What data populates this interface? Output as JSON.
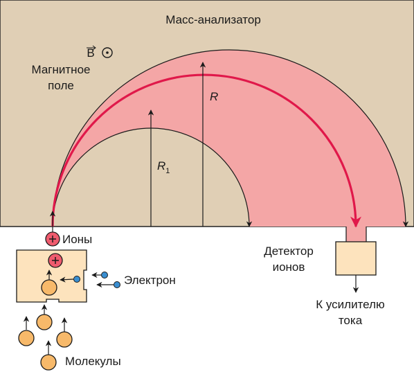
{
  "title": "Масс-анализатор",
  "field": {
    "vector_symbol": "B",
    "label_line1": "Магнитное",
    "label_line2": "поле"
  },
  "radius_outer_label": "R",
  "radius_inner_label": "R",
  "radius_inner_subscript": "1",
  "ions_label": "Ионы",
  "electron_label": "Электрон",
  "molecules_label": "Молекулы",
  "detector_line1": "Детектор",
  "detector_line2": "ионов",
  "amplifier_line1": "К усилителю",
  "amplifier_line2": "тока",
  "colors": {
    "chamber_bg": "#e0cfb5",
    "ion_path_band": "#f4a6a6",
    "ion_trajectory": "#e0184a",
    "ion_fill": "#ef5b6e",
    "ionizer_fill": "#fde3bd",
    "molecule_fill": "#f7b96a",
    "electron_fill": "#3a8ed0",
    "detector_fill": "#fde3bd"
  }
}
